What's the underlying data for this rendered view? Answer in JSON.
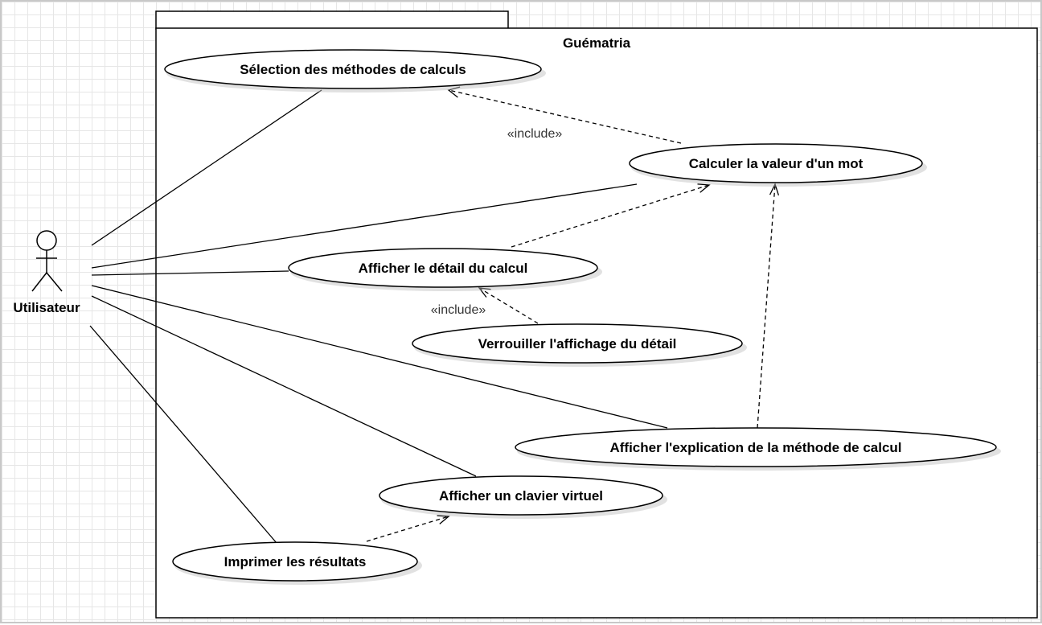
{
  "system": {
    "title": "Guématria"
  },
  "actor": {
    "label": "Utilisateur"
  },
  "use_cases": {
    "selection": "Sélection des méthodes de calculs",
    "calculer": "Calculer la valeur d'un mot",
    "detail": "Afficher le détail du calcul",
    "verrouiller": "Verrouiller l'affichage du détail",
    "explication": "Afficher l'explication de la méthode de calcul",
    "clavier": "Afficher un clavier virtuel",
    "imprimer": "Imprimer les résultats"
  },
  "relations": {
    "include_1": "«include»",
    "include_2": "«include»"
  }
}
